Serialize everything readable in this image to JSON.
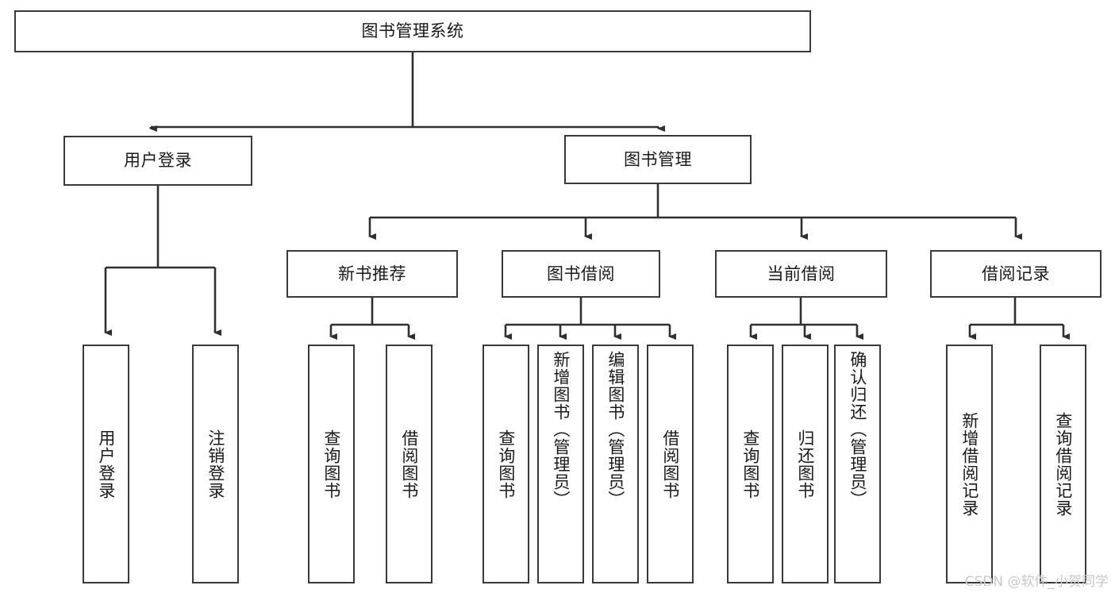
{
  "diagram": {
    "title": "图书管理系统",
    "type": "tree",
    "root": {
      "id": "root",
      "label": "图书管理系统",
      "orientation": "horizontal"
    },
    "level2": [
      {
        "id": "user-login",
        "label": "用户登录",
        "orientation": "horizontal"
      },
      {
        "id": "book-manage",
        "label": "图书管理",
        "orientation": "horizontal"
      }
    ],
    "level3": [
      {
        "id": "new-book-rec",
        "label": "新书推荐",
        "orientation": "horizontal",
        "parent": "book-manage"
      },
      {
        "id": "book-borrow",
        "label": "图书借阅",
        "orientation": "horizontal",
        "parent": "book-manage"
      },
      {
        "id": "current-borrow",
        "label": "当前借阅",
        "orientation": "horizontal",
        "parent": "book-manage"
      },
      {
        "id": "borrow-record",
        "label": "借阅记录",
        "orientation": "horizontal",
        "parent": "book-manage"
      }
    ],
    "leaves": [
      {
        "id": "leaf-user-login",
        "label": "用户登录",
        "parent": "user-login"
      },
      {
        "id": "leaf-logout",
        "label": "注销登录",
        "parent": "user-login"
      },
      {
        "id": "leaf-query-book-1",
        "label": "查询图书",
        "parent": "new-book-rec"
      },
      {
        "id": "leaf-borrow-book-1",
        "label": "借阅图书",
        "parent": "new-book-rec"
      },
      {
        "id": "leaf-query-book-2",
        "label": "查询图书",
        "parent": "book-borrow"
      },
      {
        "id": "leaf-add-book",
        "label": "新增图书（管理员）",
        "parent": "book-borrow"
      },
      {
        "id": "leaf-edit-book",
        "label": "编辑图书（管理员）",
        "parent": "book-borrow"
      },
      {
        "id": "leaf-borrow-book-2",
        "label": "借阅图书",
        "parent": "book-borrow"
      },
      {
        "id": "leaf-query-book-3",
        "label": "查询图书",
        "parent": "current-borrow"
      },
      {
        "id": "leaf-return-book",
        "label": "归还图书",
        "parent": "current-borrow"
      },
      {
        "id": "leaf-confirm-return",
        "label": "确认归还（管理员）",
        "parent": "current-borrow"
      },
      {
        "id": "leaf-add-record",
        "label": "新增借阅记录",
        "parent": "borrow-record"
      },
      {
        "id": "leaf-query-record",
        "label": "查询借阅记录",
        "parent": "borrow-record"
      }
    ],
    "colors": {
      "border": "#3a3a3a",
      "background": "#ffffff",
      "text": "#1a1a1a",
      "connector": "#2f2f2f",
      "watermark": "#c9c9c9"
    }
  },
  "watermark": {
    "text": "CSDN @软件_小贺同学"
  }
}
